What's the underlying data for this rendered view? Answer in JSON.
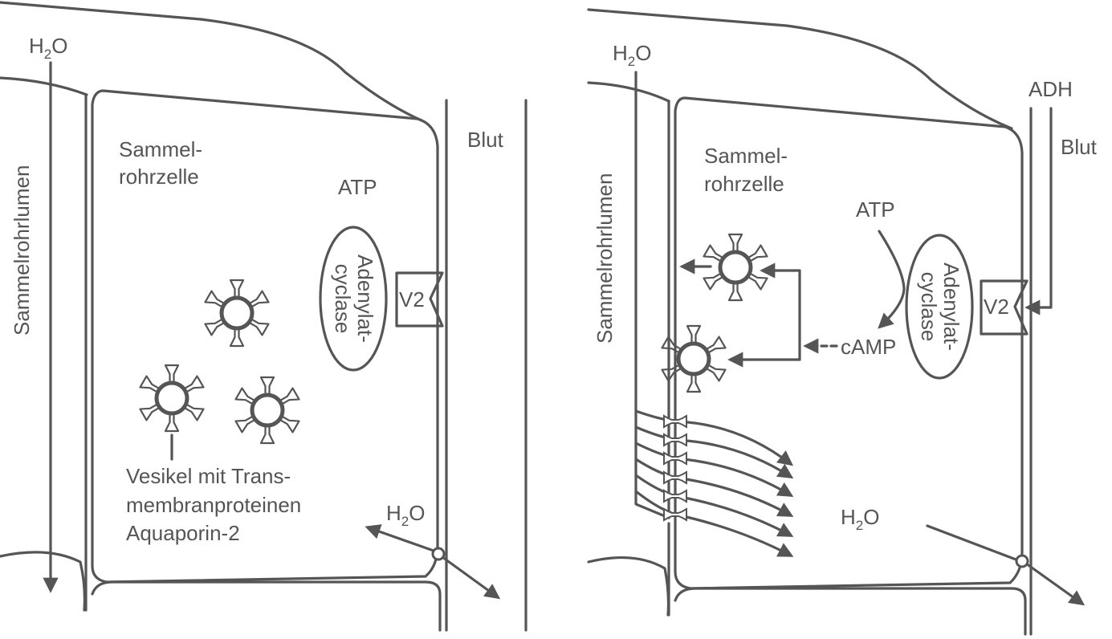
{
  "left_panel": {
    "h2o_top": {
      "base": "H",
      "sub": "2",
      "tail": "O"
    },
    "lumen_label": "Sammelrohrlumen",
    "cell_label": [
      "Sammel-",
      "rohrzelle"
    ],
    "atp_label": "ATP",
    "enzyme_label": [
      "Adenylat-",
      "cyclase"
    ],
    "receptor_label": "V2",
    "blood_label": "Blut",
    "vesicle_caption": [
      "Vesikel mit Trans-",
      "membranproteinen",
      "Aquaporin-2"
    ],
    "h2o_bottom": {
      "base": "H",
      "sub": "2",
      "tail": "O"
    }
  },
  "right_panel": {
    "h2o_top": {
      "base": "H",
      "sub": "2",
      "tail": "O"
    },
    "lumen_label": "Sammelrohrlumen",
    "cell_label": [
      "Sammel-",
      "rohrzelle"
    ],
    "atp_label": "ATP",
    "camp_label": "cAMP",
    "enzyme_label": [
      "Adenylat-",
      "cyclase"
    ],
    "receptor_label": "V2",
    "adh_label": "ADH",
    "blood_label": "Blut",
    "h2o_bottom": {
      "base": "H",
      "sub": "2",
      "tail": "O"
    }
  },
  "colors": {
    "stroke": "#555555",
    "background": "#ffffff"
  }
}
